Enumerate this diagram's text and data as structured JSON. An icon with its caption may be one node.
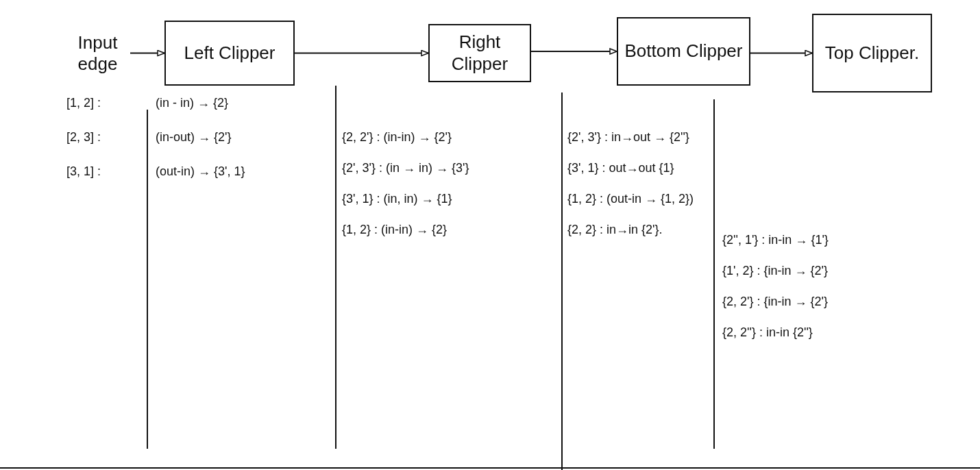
{
  "diagram": {
    "nodes": [
      {
        "text": [
          "Input edge"
        ]
      },
      {
        "text": [
          "Left Clipper"
        ]
      },
      {
        "text": [
          "Right Clipper"
        ]
      },
      {
        "text": [
          "Bottom Clipper"
        ]
      },
      {
        "text": [
          "Top Clipper."
        ]
      }
    ],
    "edges": [
      {
        "from": 0,
        "to": 1,
        "arrow": "to"
      },
      {
        "from": 1,
        "to": 2,
        "arrow": "to"
      },
      {
        "from": 2,
        "to": 3,
        "arrow": "to"
      },
      {
        "from": 3,
        "to": 4,
        "arrow": "to"
      }
    ],
    "labels": [
      "[1, 2] :",
      "[2, 3] :",
      "[3, 1] :",
      "(in - in) → {2}",
      "(in-out) → {2'}",
      "(out-in) → {3', 1}",
      "{2, 2'} : (in-in) → {2'}",
      "{2', 3'} : (in → in) → {3'}",
      "{3', 1} : (in, in) → {1}",
      "{1, 2} : (in-in) → {2}",
      "{2', 3'} : in→out → {2''}",
      "{3', 1} : out→out {1}",
      "{1, 2} : (out-in → {1, 2})",
      "{2, 2} : in→in {2'}.",
      "{2'', 1'} : in-in → {1'}",
      "{1', 2} : {in-in → {2'}",
      "{2, 2'} : {in-in → {2'}",
      "{2, 2''} : in-in {2''}"
    ]
  }
}
